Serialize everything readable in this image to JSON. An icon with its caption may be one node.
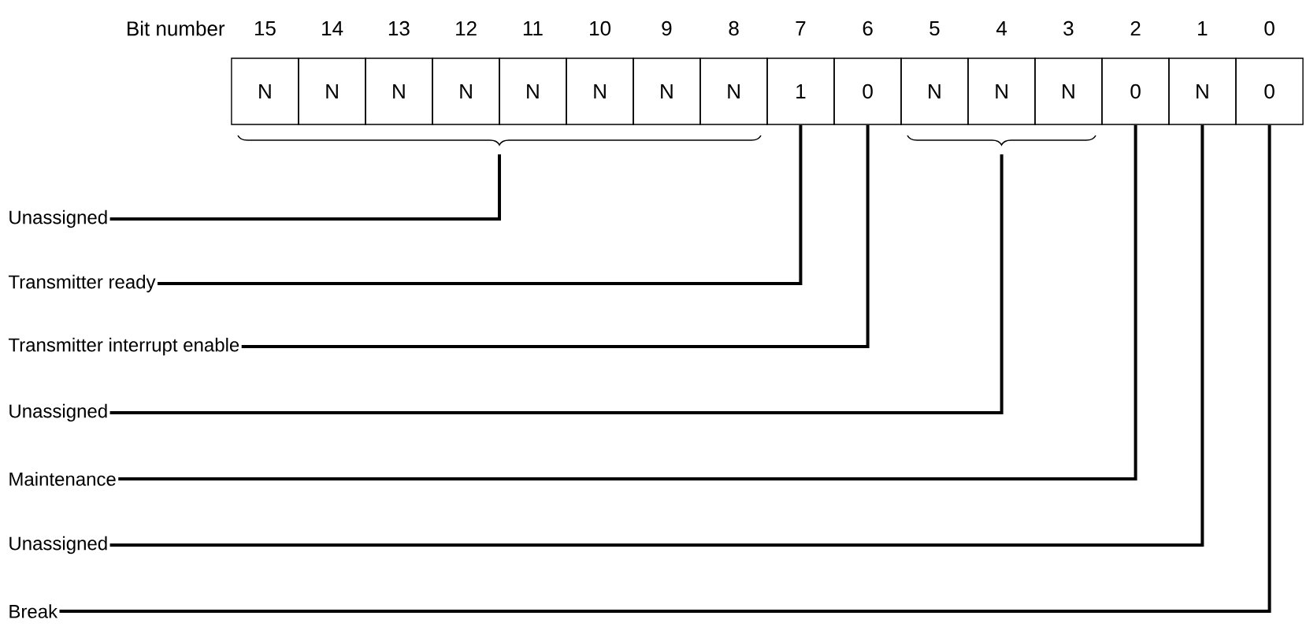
{
  "diagram": {
    "nodes": [
      {
        "text": [
          "N"
        ]
      },
      {
        "text": [
          "N"
        ]
      },
      {
        "text": [
          "N"
        ]
      },
      {
        "text": [
          "N"
        ]
      },
      {
        "text": [
          "N"
        ]
      },
      {
        "text": [
          "N"
        ]
      },
      {
        "text": [
          "N"
        ]
      },
      {
        "text": [
          "N"
        ]
      },
      {
        "text": [
          "1"
        ]
      },
      {
        "text": [
          "0"
        ]
      },
      {
        "text": [
          "N"
        ]
      },
      {
        "text": [
          "N"
        ]
      },
      {
        "text": [
          "N"
        ]
      },
      {
        "text": [
          "0"
        ]
      },
      {
        "text": [
          "N"
        ]
      },
      {
        "text": [
          "0"
        ]
      },
      {
        "text": [
          "Unassigned"
        ]
      },
      {
        "text": [
          "Transmitter ready"
        ]
      },
      {
        "text": [
          "Transmitter interrupt enable"
        ]
      },
      {
        "text": [
          "Unassigned"
        ]
      },
      {
        "text": [
          "Maintenance"
        ]
      },
      {
        "text": [
          "Unassigned"
        ]
      },
      {
        "text": [
          "Break"
        ]
      }
    ],
    "edges": [
      {
        "from": 16,
        "to": null,
        "arrow": "none"
      },
      {
        "from": 17,
        "to": 8,
        "arrow": "none"
      },
      {
        "from": 18,
        "to": 9,
        "arrow": "none"
      },
      {
        "from": 19,
        "to": null,
        "arrow": "none"
      },
      {
        "from": 20,
        "to": 13,
        "arrow": "none"
      },
      {
        "from": 21,
        "to": 14,
        "arrow": "none"
      },
      {
        "from": 22,
        "to": 15,
        "arrow": "none"
      }
    ],
    "labels": [
      "Bit number",
      "15",
      "14",
      "13",
      "12",
      "11",
      "10",
      "9",
      "8",
      "7",
      "6",
      "5",
      "4",
      "3",
      "2",
      "1",
      "0"
    ]
  }
}
